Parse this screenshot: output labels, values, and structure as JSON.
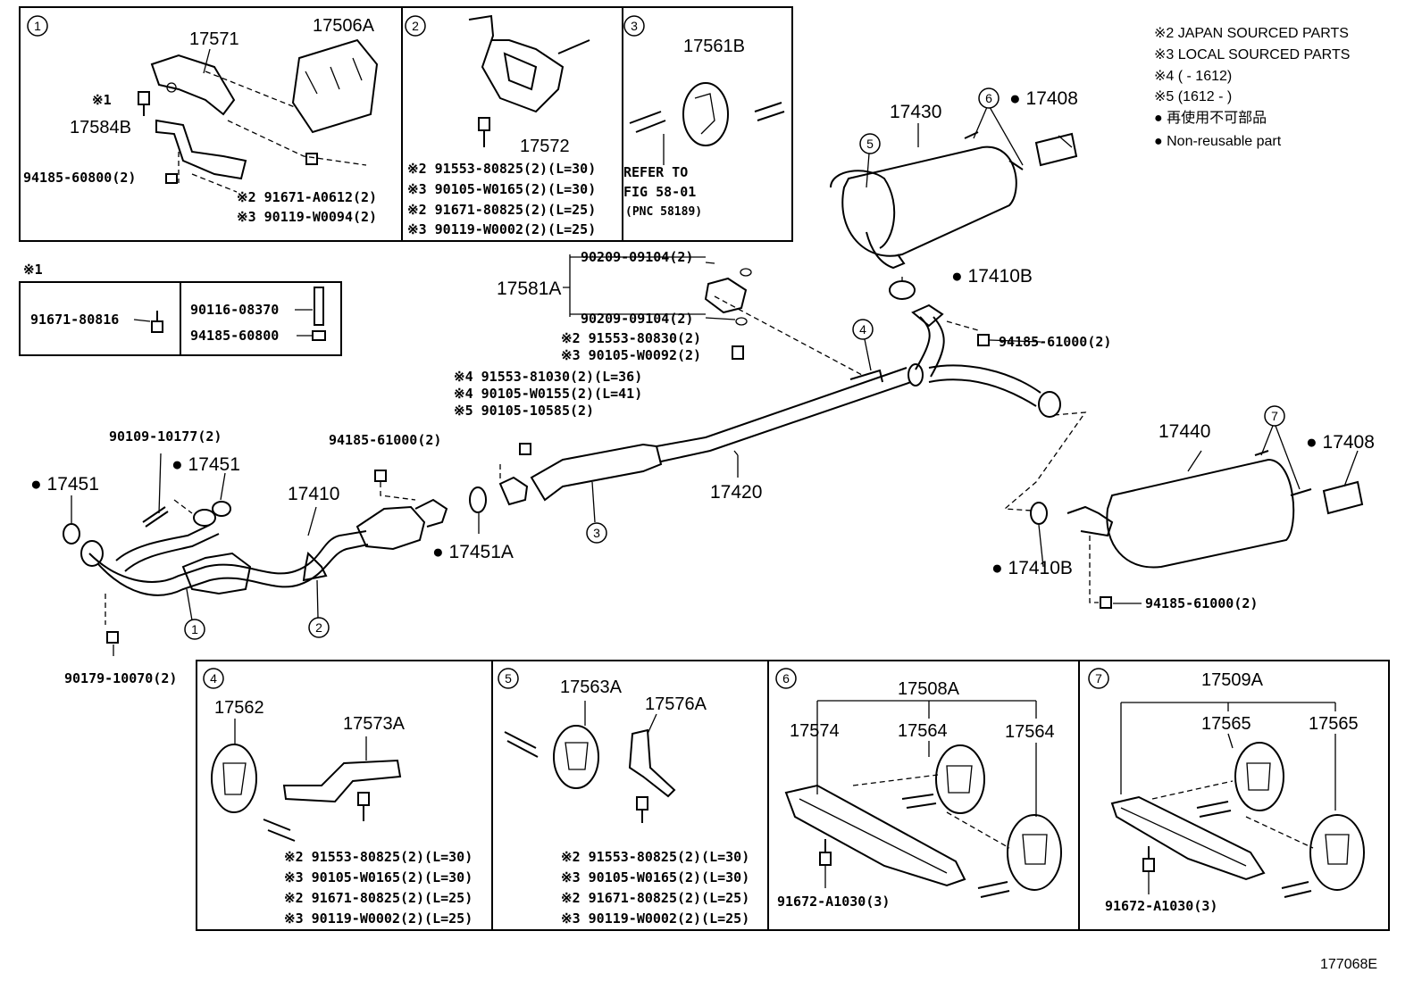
{
  "legend": [
    "※2 JAPAN SOURCED PARTS",
    "※3 LOCAL SOURCED PARTS",
    "※4 (        - 1612)",
    "※5 (1612  -       )",
    "● 再使用不可部品",
    "● Non-reusable part"
  ],
  "figure_id": "177068E",
  "boxes": {
    "b1": {
      "num": "1",
      "parts": [
        "17571",
        "17506A",
        "17584B",
        "※1",
        "94185-60800(2)",
        "※2 91671-A0612(2)",
        "※3 90119-W0094(2)"
      ]
    },
    "b2": {
      "num": "2",
      "parts": [
        "17572",
        "※2 91553-80825(2)(L=30)",
        "※3 90105-W0165(2)(L=30)",
        "※2 91671-80825(2)(L=25)",
        "※3 90119-W0002(2)(L=25)"
      ]
    },
    "b3": {
      "num": "3",
      "parts": [
        "17561B",
        "REFER TO",
        "FIG 58-01",
        "(PNC 58189)"
      ]
    },
    "note1": {
      "title": "※1",
      "parts": [
        "91671-80816",
        "90116-08370",
        "94185-60800"
      ]
    },
    "b4": {
      "num": "4",
      "parts": [
        "17562",
        "17573A",
        "※2 91553-80825(2)(L=30)",
        "※3 90105-W0165(2)(L=30)",
        "※2 91671-80825(2)(L=25)",
        "※3 90119-W0002(2)(L=25)"
      ]
    },
    "b5": {
      "num": "5",
      "parts": [
        "17563A",
        "17576A",
        "※2 91553-80825(2)(L=30)",
        "※3 90105-W0165(2)(L=30)",
        "※2 91671-80825(2)(L=25)",
        "※3 90119-W0002(2)(L=25)"
      ]
    },
    "b6": {
      "num": "6",
      "parts": [
        "17508A",
        "17574",
        "17564",
        "17564",
        "91672-A1030(3)"
      ]
    },
    "b7": {
      "num": "7",
      "parts": [
        "17509A",
        "17565",
        "17565",
        "91672-A1030(3)"
      ]
    }
  },
  "main": {
    "labels": [
      "17430",
      "● 17408",
      "● 17410B",
      "17581A",
      "90209-09104(2)",
      "90209-09104(2)",
      "※2 91553-80830(2)",
      "※3 90105-W0092(2)",
      "94185-61000(2)",
      "※4 91553-81030(2)(L=36)",
      "※4 90105-W0155(2)(L=41)",
      "※5 90105-10585(2)",
      "90109-10177(2)",
      "● 17451",
      "● 17451",
      "94185-61000(2)",
      "17410",
      "17420",
      "17440",
      "● 17408",
      "● 17410B",
      "94185-61000(2)",
      "● 17451A",
      "90179-10070(2)"
    ],
    "callouts": [
      "1",
      "2",
      "3",
      "4",
      "5",
      "6",
      "7"
    ]
  }
}
